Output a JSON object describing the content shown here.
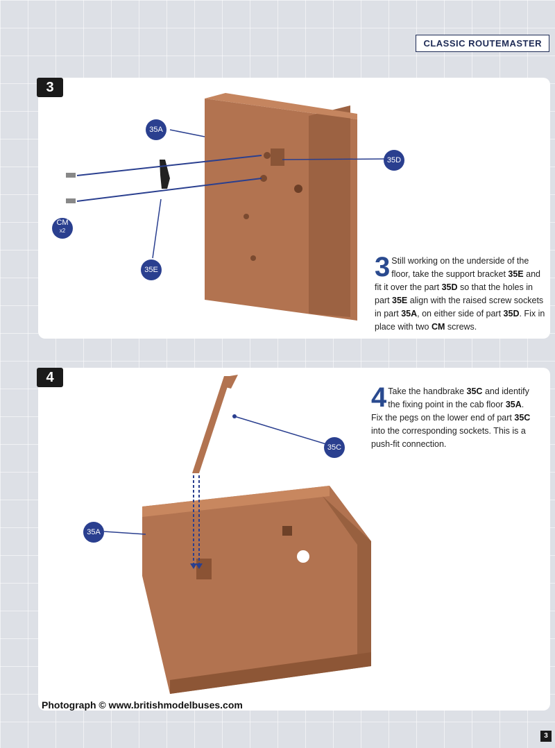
{
  "header": {
    "title": "CLASSIC ROUTEMASTER"
  },
  "steps": [
    {
      "number": "3",
      "callouts": {
        "a": "35A",
        "d": "35D",
        "e": "35E",
        "cm": "CM",
        "cm_qty": "x2"
      },
      "text": {
        "dropcap": "3",
        "p1": "Still working on the underside of the floor, take the support bracket ",
        "b1": "35E",
        "p2": " and fit it over the part ",
        "b2": "35D",
        "p3": " so that the holes in part ",
        "b3": "35E",
        "p4": " align with the raised screw sockets in part ",
        "b4": "35A",
        "p5": ", on either side of part ",
        "b5": "35D",
        "p6": ". Fix in place with two ",
        "b6": "CM",
        "p7": " screws."
      }
    },
    {
      "number": "4",
      "callouts": {
        "c": "35C",
        "a": "35A"
      },
      "text": {
        "dropcap": "4",
        "p1": "Take the handbrake ",
        "b1": "35C",
        "p2": " and identify the fixing point in the cab floor ",
        "b2": "35A",
        "p3": ". Fix the pegs on the lower end of part ",
        "b3": "35C",
        "p4": " into the corresponding sockets. This is a push-fit connection."
      }
    }
  ],
  "credit": "Photograph © www.britishmodelbuses.com",
  "page_number": "3",
  "colors": {
    "callout": "#2a3f8f",
    "part": "#b0714e",
    "badge": "#1a1a1a"
  }
}
